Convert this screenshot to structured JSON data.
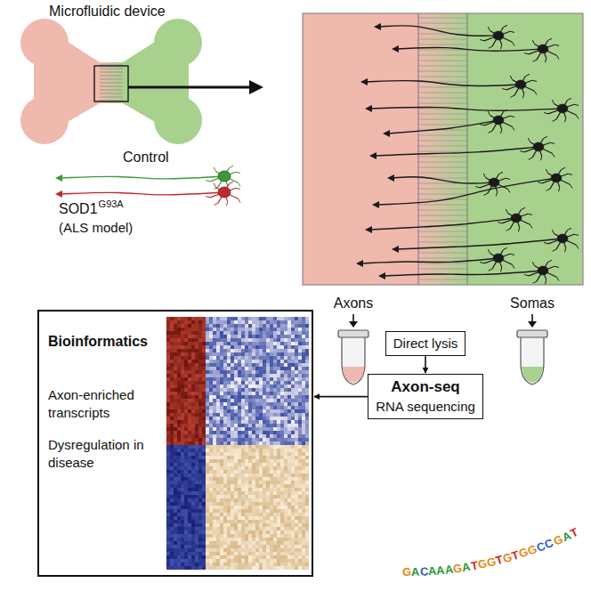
{
  "diagram": {
    "nodes": [
      {
        "text": [
          "Axons"
        ]
      },
      {
        "text": [
          "Somas"
        ]
      },
      {
        "text": [
          "Direct lysis"
        ]
      },
      {
        "text": [
          "Axon-seq",
          "RNA sequencing"
        ]
      },
      {
        "text": [
          "Bioinformatics",
          "Axon-enriched transcripts",
          "Dysregulation in disease"
        ]
      }
    ],
    "edges": [
      {
        "from": 2,
        "to": 3,
        "arrow": "to"
      },
      {
        "from": 3,
        "to": 4,
        "arrow": "to"
      }
    ],
    "labels": [
      "Microfluidic device",
      "Control",
      "SOD1",
      "G93A",
      "(ALS model)",
      "GACAAAGATGGTGTGGCCGAT"
    ]
  }
}
